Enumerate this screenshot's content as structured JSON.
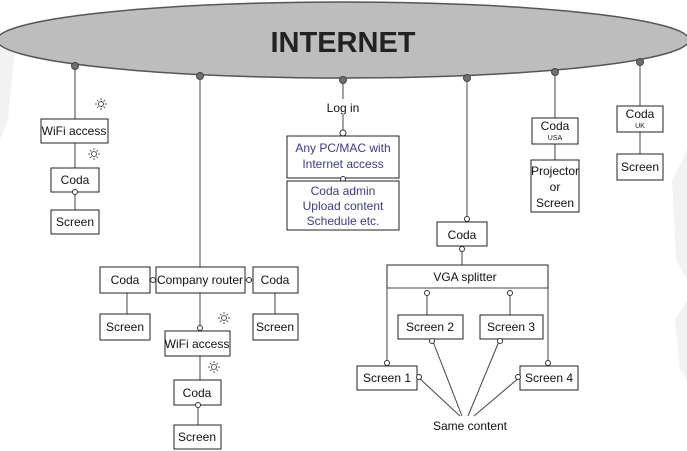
{
  "internet": {
    "label": "INTERNET",
    "fill": "#bdbdbd"
  },
  "labels": {
    "log_in": "Log in",
    "wifi_access": "WiFi access",
    "coda": "Coda",
    "screen": "Screen",
    "company_router": "Company router",
    "pc_mac_line1": "Any PC/MAC with",
    "pc_mac_line2": "Internet access",
    "admin_line1": "Coda admin",
    "admin_line2": "Upload content",
    "admin_line3": "Schedule etc.",
    "coda_usa_region": "USA",
    "coda_uk_region": "UK",
    "projector_line1": "Projector",
    "projector_line2": "or",
    "projector_line3": "Screen",
    "vga_splitter": "VGA splitter",
    "screen_1": "Screen 1",
    "screen_2": "Screen 2",
    "screen_3": "Screen 3",
    "screen_4": "Screen 4",
    "same_content": "Same content"
  },
  "colors": {
    "admin_text": "#3b3a8c",
    "line": "#444444",
    "ellipse_border": "#555555"
  },
  "icons": {
    "wireless": "sun-burst-icon"
  }
}
